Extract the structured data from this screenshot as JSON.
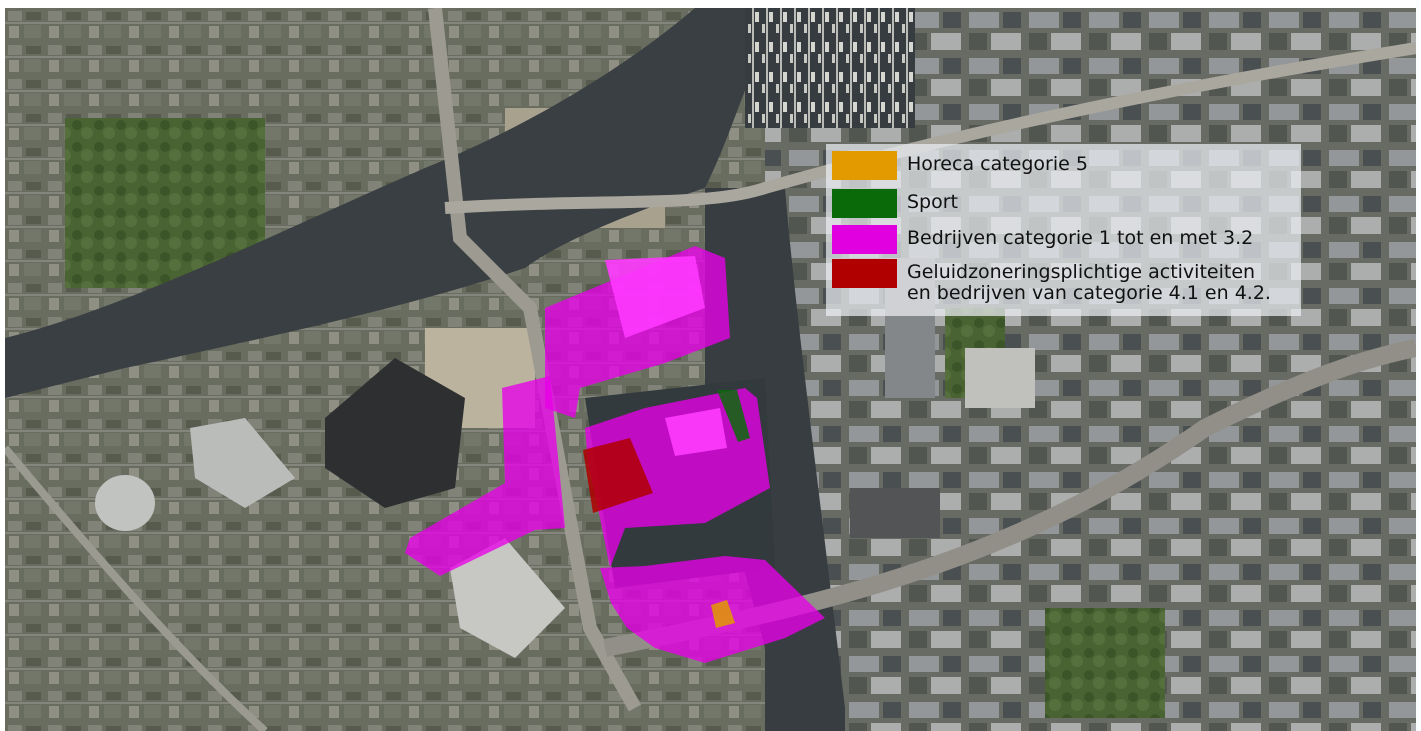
{
  "map": {
    "basemap": "aerial-photo",
    "zones": [
      {
        "category": "bedrijven",
        "color": "#e800e8"
      },
      {
        "category": "sport",
        "color": "#0a6a0a"
      },
      {
        "category": "geluidzonering",
        "color": "#b00000"
      },
      {
        "category": "horeca",
        "color": "#e39a00"
      }
    ]
  },
  "legend": {
    "items": [
      {
        "label": "Horeca categorie 5",
        "color": "#e39a00",
        "icon": "orange-swatch"
      },
      {
        "label": "Sport",
        "color": "#0a6a0a",
        "icon": "green-swatch"
      },
      {
        "label": "Bedrijven categorie 1 tot en met 3.2",
        "color": "#e000e0",
        "icon": "magenta-swatch"
      },
      {
        "label": "Geluidzoneringsplichtige activiteiten\nen bedrijven van categorie 4.1 en 4.2.",
        "color": "#b00000",
        "icon": "red-swatch"
      }
    ]
  }
}
